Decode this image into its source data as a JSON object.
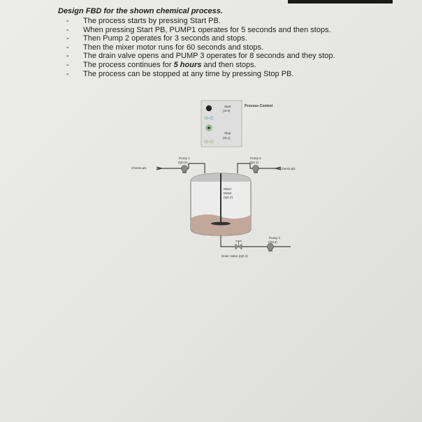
{
  "heading": "Design FBD for the shown chemical process.",
  "steps": [
    {
      "pre": "The process starts by pressing Start PB.",
      "bold": "",
      "post": ""
    },
    {
      "pre": "When pressing Start PB, PUMP1 operates for 5 seconds and then stops.",
      "bold": "",
      "post": ""
    },
    {
      "pre": "Then Pump 2 operates for 3 seconds and stops.",
      "bold": "",
      "post": ""
    },
    {
      "pre": "Then the mixer motor runs for 60 seconds and stops.",
      "bold": "",
      "post": ""
    },
    {
      "pre": "The drain valve opens and PUMP 3 operates for 8 seconds and they stop.",
      "bold": "",
      "post": ""
    },
    {
      "pre": "The process continues for ",
      "bold": "5 hours",
      "post": " and then stops."
    },
    {
      "pre": "The process can be stopped at any time by pressing Stop PB.",
      "bold": "",
      "post": ""
    }
  ],
  "diagram": {
    "title": "Process Control",
    "start_label": "Start",
    "start_addr": "(I0.0)",
    "stop_label": "Stop",
    "stop_addr": "(I0.1)",
    "pump1_label": "Pump 1",
    "pump1_addr": "(Q0.0)",
    "pump2_label": "Pump 2",
    "pump2_addr": "(Q0.1)",
    "pump3_label": "Pump 3",
    "pump3_addr": "(Q0.4)",
    "chemical1": "Chemical1",
    "chemical2": "Chemical2",
    "mixer_line1": "Mixer",
    "mixer_line2": "Motor",
    "mixer_addr": "(Q0.2)",
    "drain_valve": "Drain Valve (Q0.3)"
  }
}
